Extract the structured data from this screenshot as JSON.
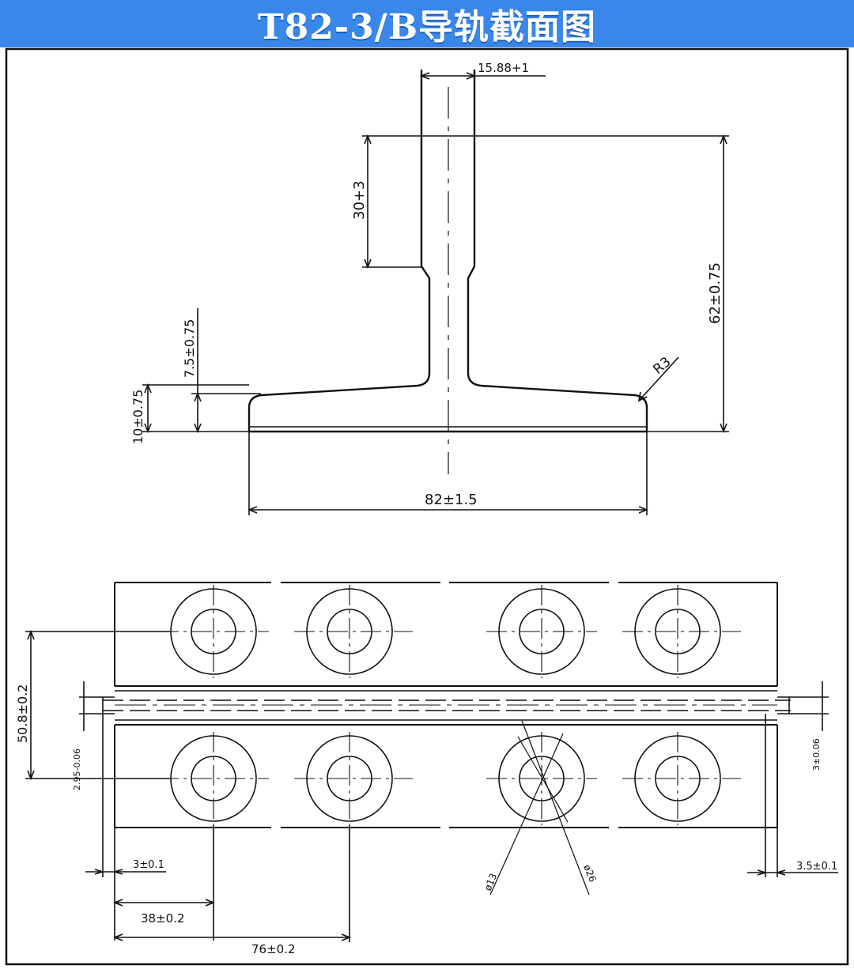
{
  "title": "T82-3/B导轨截面图",
  "colors": {
    "title_bg": "#3a87ea",
    "title_text": "#ffffff",
    "line": "#111111"
  },
  "cross_section": {
    "dims": {
      "blade_width": "15.88+1",
      "blade_height": "30+3",
      "total_height": "62±0.75",
      "radius": "R3",
      "base_thickness": "10±0.75",
      "flange_thickness": "7.5±0.75",
      "base_width": "82±1.5"
    }
  },
  "plan_view": {
    "dims": {
      "row_spacing": "50.8±0.2",
      "groove_left": "2.95-0.06",
      "groove_right": "3±0.06",
      "end_offset_left": "3±0.1",
      "end_offset_right": "3.5±0.1",
      "first_hole": "38±0.2",
      "hole_pitch": "76±0.2",
      "small_diameter": "ø13",
      "large_diameter": "ø26"
    }
  }
}
